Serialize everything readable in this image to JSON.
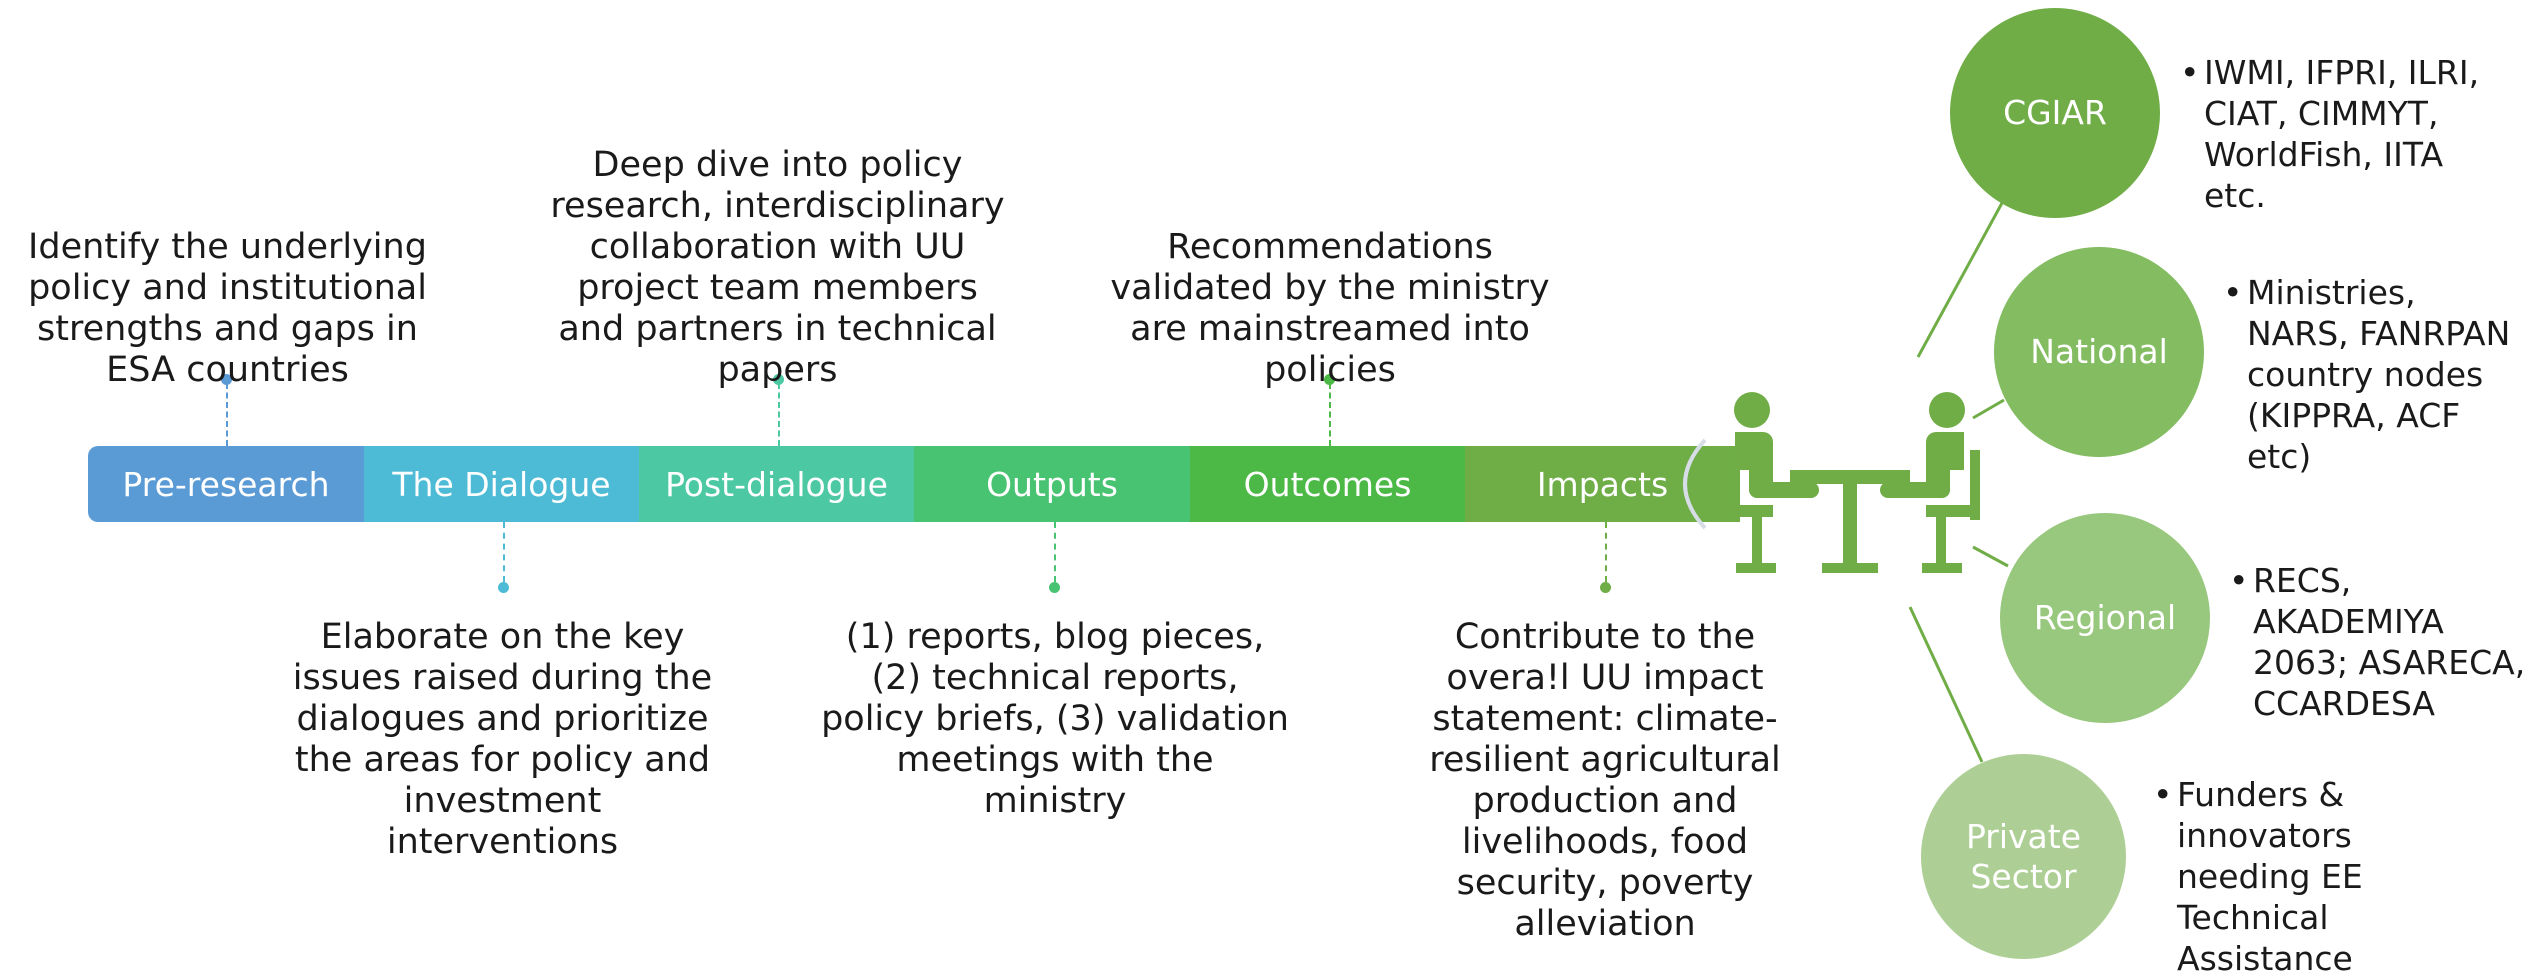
{
  "timeline": [
    {
      "label": "Pre-research",
      "color": "#5b9bd5"
    },
    {
      "label": "The Dialogue",
      "color": "#4dbbd5"
    },
    {
      "label": "Post-dialogue",
      "color": "#4cc9a3"
    },
    {
      "label": "Outputs",
      "color": "#48c371"
    },
    {
      "label": "Outcomes",
      "color": "#4cb947"
    },
    {
      "label": "Impacts",
      "color": "#6fad46"
    }
  ],
  "notes_above": [
    "Identify the underlying policy and institutional strengths and gaps in ESA countries",
    "Deep dive into policy research, interdisciplinary collaboration with UU project team members and partners in technical papers",
    "Recommendations validated by the ministry are mainstreamed into policies"
  ],
  "notes_below": [
    "Elaborate on the key issues raised during the dialogues and prioritize the areas for policy and investment interventions",
    "(1) reports, blog pieces, (2) technical reports, policy briefs, (3) validation meetings with the ministry",
    "Contribute to the overa!l UU impact statement: climate-resilient agricultural production and livelihoods, food security, poverty alleviation"
  ],
  "stakeholders": [
    {
      "name": "CGIAR",
      "color": "#70ad47",
      "members": "IWMI, IFPRI, ILRI, CIAT, CIMMYT, WorldFish, IITA etc."
    },
    {
      "name": "National",
      "color": "#84bc62",
      "members": "Ministries, NARS, FANRPAN country nodes (KIPPRA, ACF etc)"
    },
    {
      "name": "Regional",
      "color": "#98c77e",
      "members": "RECS, AKADEMIYA 2063; ASARECA, CCARDESA"
    },
    {
      "name": "Private Sector",
      "color": "#adcf95",
      "members": "Funders & innovators needing EE Technical Assistance"
    }
  ],
  "icons": {
    "meeting": "people-at-table-icon",
    "bullet": "•"
  },
  "colors": {
    "icon_green": "#70ad47",
    "connector_green": "#70ad47"
  }
}
